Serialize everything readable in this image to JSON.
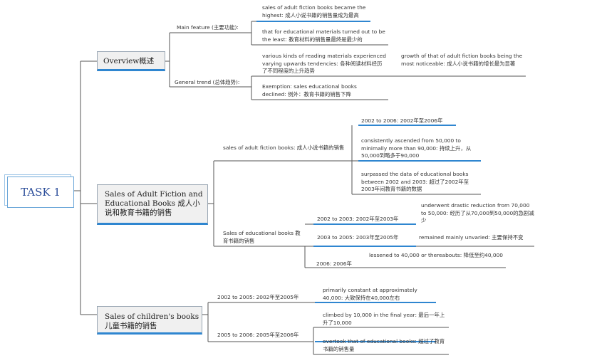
{
  "root": "TASK 1",
  "overview": {
    "label": "Overview概述",
    "main_feature": "Main feature (主要功能):",
    "main_items": [
      "sales of adult fiction books became the highest: 成人小说书籍的销售量成为最高",
      "that for educational materials turned out to be the least: 教育材料的销售量最终是最少的"
    ],
    "general_trend": "General trend (总体趋势):",
    "trend_items": [
      "various kinds of reading materials experienced varying upwards tendencies: 各种阅读材料经历了不同程度的上升趋势",
      "Exemption: sales educational books declined: 例外：教育书籍的销售下降"
    ],
    "trend_sub": "growth of that of adult fiction books being the most noticeable: 成人小说书籍的增长最为显著"
  },
  "adult_edu": {
    "label": "Sales of Adult Fiction and Educational Books 成人小说和教育书籍的销售",
    "adult": {
      "label": "sales of adult fiction books: 成人小说书籍的销售",
      "items": [
        "2002 to 2006: 2002年至2006年",
        "consistently ascended from 50,000 to minimally more than 90,000: 持续上升，从50,000到略多于90,000",
        "surpassed the data of educational books between 2002 and 2003: 超过了2002年至2003年间教育书籍的数据"
      ]
    },
    "edu": {
      "label": "Sales of educational books 教育书籍的销售",
      "periods": [
        {
          "period": "2002 to 2003: 2002年至2003年",
          "detail": "underwent drastic reduction from 70,000 to 50,000: 经历了从70,000到50,000的急剧减少"
        },
        {
          "period": "2003 to 2005: 2003年至2005年",
          "detail": "remained mainly unvaried: 主要保持不变"
        },
        {
          "period": "2006: 2006年",
          "detail": "lessened to 40,000 or thereabouts: 降低至约40,000"
        }
      ]
    }
  },
  "children": {
    "label": "Sales of children's books 儿童书籍的销售",
    "periods": [
      {
        "period": "2002 to 2005: 2002年至2005年",
        "details": [
          "primarily constant at approximately 40,000: 大致保持在40,000左右"
        ]
      },
      {
        "period": "2005 to 2006: 2005年至2006年",
        "details": [
          "climbed by 10,000 in the final year: 最后一年上升了10,000",
          "overtook that of educational books: 超过了教育书籍的销售量"
        ]
      }
    ]
  }
}
